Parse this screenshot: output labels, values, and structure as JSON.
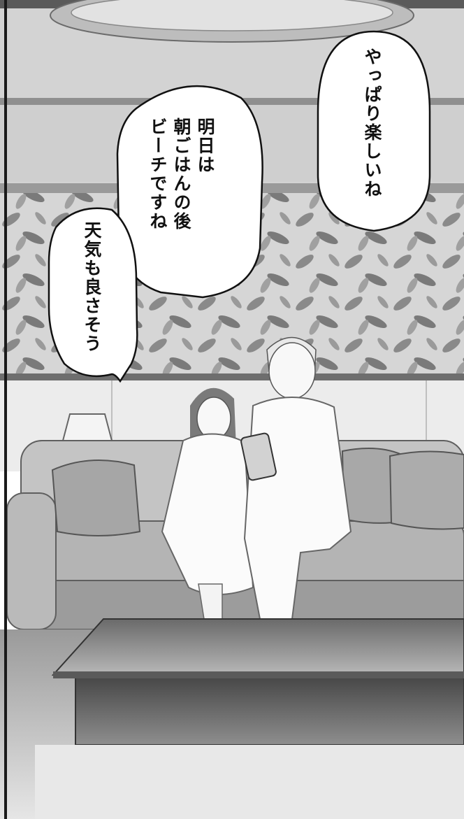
{
  "bubbles": [
    {
      "text": "やっぱり楽しいね"
    },
    {
      "text": "明日は\n朝ごはんの後\nビーチですね"
    },
    {
      "text": "天気も良さそう"
    }
  ]
}
